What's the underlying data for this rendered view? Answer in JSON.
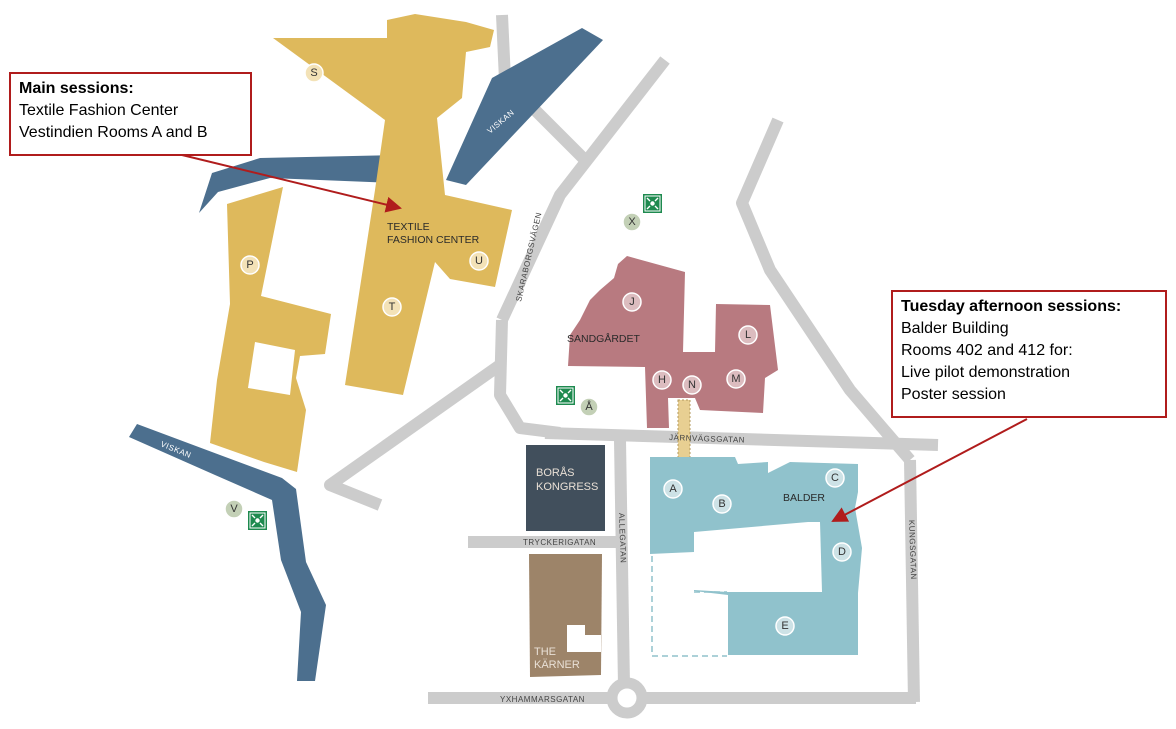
{
  "callouts": {
    "main": {
      "title": "Main sessions:",
      "lines": [
        "Textile Fashion Center",
        "Vestindien Rooms A and B"
      ]
    },
    "tuesday": {
      "title": "Tuesday afternoon sessions:",
      "lines": [
        "Balder Building",
        "Rooms 402 and 412 for:",
        "Live pilot demonstration",
        "Poster session"
      ]
    }
  },
  "buildings": {
    "textile": [
      "TEXTILE",
      "FASHION CENTER"
    ],
    "sandgardet": "SANDGÅRDET",
    "balder": "BALDER",
    "boras_kongress": [
      "BORÅS",
      "KONGRESS"
    ],
    "the_karner": [
      "THE",
      "KÄRNER"
    ]
  },
  "streets": {
    "skaraborgsvagen": "SKARABORGSVÄGEN",
    "jarnvagsgatan": "JÄRNVÄGSGATAN",
    "tryckerigatan": "TRYCKERIGATAN",
    "allegatan": "ALLEGATAN",
    "kungsgatan": "KUNGSGATAN",
    "yxhammarsgatan": "YXHAMMARSGATAN"
  },
  "rivers": {
    "viskan_north": "VISKAN",
    "viskan_south": "VISKAN"
  },
  "markers": {
    "S": "S",
    "P": "P",
    "T": "T",
    "U": "U",
    "X": "X",
    "J": "J",
    "L": "L",
    "H": "H",
    "N": "N",
    "M": "M",
    "A_ring": "Å",
    "V": "V",
    "A": "A",
    "B": "B",
    "C": "C",
    "D": "D",
    "E": "E"
  },
  "colors": {
    "textile_building": "#deb95c",
    "sandgardet_building": "#b87a80",
    "balder_building": "#90c2cc",
    "boras_kongress": "#414f5c",
    "the_karner": "#9d8469",
    "river": "#4c6f8e",
    "road": "#cccccc",
    "callout_border": "#b01c1c",
    "parking_sign": "#1e8a4f"
  },
  "icons": {
    "parking": "emergency-assembly-icon"
  }
}
